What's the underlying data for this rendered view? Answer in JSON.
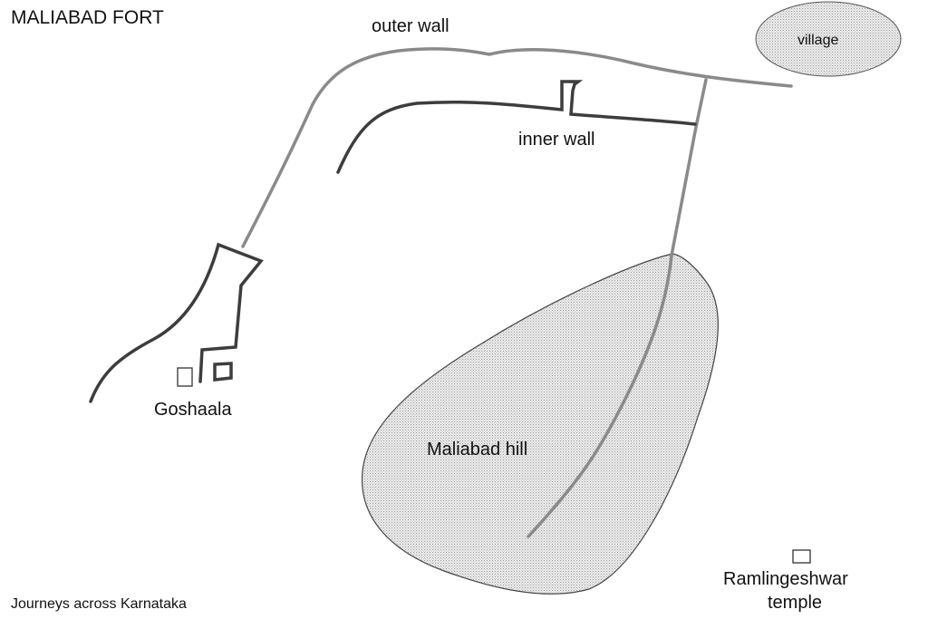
{
  "map": {
    "title": "MALIABAD FORT",
    "credit": "Journeys across Karnataka",
    "labels": {
      "outer_wall": "outer wall",
      "inner_wall": "inner wall",
      "village": "village",
      "hill": "Maliabad hill",
      "goshaala": "Goshaala",
      "temple_line1": "Ramlingeshwar",
      "temple_line2": "temple"
    },
    "colors": {
      "outer_wall": "#8a8a8a",
      "inner_wall": "#3d3d3d",
      "fill_area": "#e4e4e4",
      "text": "#111111"
    }
  }
}
